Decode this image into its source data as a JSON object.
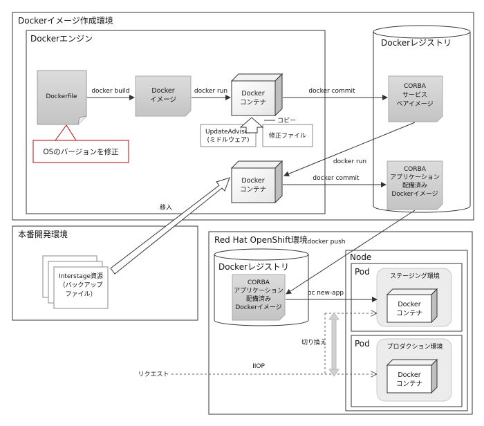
{
  "frames": {
    "main": "Dockerイメージ作成環境",
    "engine": "Dockerエンジン",
    "registry": "Dockerレジストリ",
    "prod_env": "本番開発環境",
    "openshift": "Red Hat OpenShift環境",
    "os_registry": "Dockerレジストリ",
    "node": "Node",
    "pod1": "Pod",
    "pod2": "Pod"
  },
  "nodes": {
    "dockerfile": "Dockerfile",
    "docker_image": [
      "Docker",
      "イメージ"
    ],
    "container1": [
      "Docker",
      "コンテナ"
    ],
    "updateadvisor": [
      "UpdateAdvisor",
      "(ミドルウェア)"
    ],
    "fix_file": "修正ファイル",
    "container2": [
      "Docker",
      "コンテナ"
    ],
    "corba_service": [
      "CORBA",
      "サービス",
      "ベアイメージ"
    ],
    "corba_app": [
      "CORBA",
      "アプリケーション",
      "配備済み",
      "Dockerイメージ"
    ],
    "os_corba_app": [
      "CORBA",
      "アプリケーション",
      "配備済み",
      "Dockerイメージ"
    ],
    "interstage": [
      "Interstage資源",
      "（バックアップ",
      "ファイル）"
    ],
    "staging": "ステージング環境",
    "staging_container": [
      "Docker",
      "コンテナ"
    ],
    "production": "プロダクション環境",
    "production_container": [
      "Docker",
      "コンテナ"
    ]
  },
  "callouts": {
    "os_fix": "OSのバージョンを修正"
  },
  "edges": {
    "docker_build": "docker build",
    "docker_run1": "docker run",
    "docker_commit1": "docker commit",
    "copy": "コピー",
    "docker_run2": "docker run",
    "docker_commit2": "docker commit",
    "move": "移入",
    "docker_push": "docker push",
    "oc_new_app": "oc new-app",
    "switch": "切り換え",
    "iiop": "IIOP",
    "request": "リクエスト"
  }
}
